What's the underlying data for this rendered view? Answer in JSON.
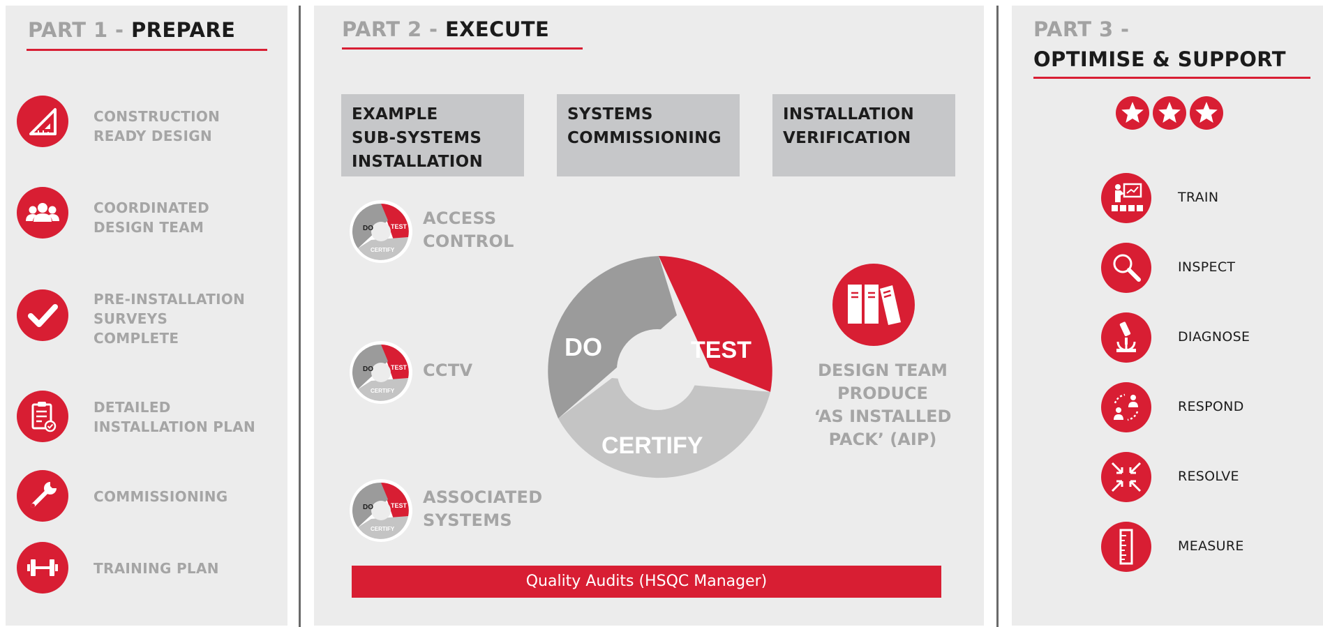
{
  "part1": {
    "title_prefix": "PART 1 - ",
    "title_main": "PREPARE",
    "items": [
      {
        "icon": "set-square-icon",
        "label": "CONSTRUCTION\nREADY DESIGN"
      },
      {
        "icon": "team-icon",
        "label": "COORDINATED\nDESIGN TEAM"
      },
      {
        "icon": "checkmark-icon",
        "label": "PRE-INSTALLATION\nSURVEYS\nCOMPLETE"
      },
      {
        "icon": "clipboard-icon",
        "label": "DETAILED\nINSTALLATION PLAN"
      },
      {
        "icon": "wrench-icon",
        "label": "COMMISSIONING"
      },
      {
        "icon": "dumbbell-icon",
        "label": "TRAINING PLAN"
      }
    ]
  },
  "part2": {
    "title_prefix": "PART 2 - ",
    "title_main": "EXECUTE",
    "headers": [
      "EXAMPLE\nSUB-SYSTEMS\nINSTALLATION",
      "SYSTEMS\nCOMMISSIONING",
      "INSTALLATION\nVERIFICATION"
    ],
    "cycle": {
      "do": "DO",
      "test": "TEST",
      "certify": "CERTIFY"
    },
    "subsystems": [
      {
        "label": "ACCESS\nCONTROL"
      },
      {
        "label": "CCTV"
      },
      {
        "label": "ASSOCIATED\nSYSTEMS"
      }
    ],
    "aip": {
      "icon": "binders-icon",
      "label": "DESIGN TEAM\nPRODUCE\n‘AS INSTALLED\nPACK’ (AIP)"
    },
    "quality_bar": "Quality Audits (HSQC Manager)"
  },
  "part3": {
    "title_line1": "PART 3 -",
    "title_line2": "OPTIMISE & SUPPORT",
    "stars": 3,
    "items": [
      {
        "icon": "presentation-icon",
        "label": "TRAIN"
      },
      {
        "icon": "magnifier-icon",
        "label": "INSPECT"
      },
      {
        "icon": "microscope-icon",
        "label": "DIAGNOSE"
      },
      {
        "icon": "respond-icon",
        "label": "RESPOND"
      },
      {
        "icon": "arrows-in-icon",
        "label": "RESOLVE"
      },
      {
        "icon": "ruler-icon",
        "label": "MEASURE"
      }
    ]
  },
  "colors": {
    "accent": "#d81e33",
    "panel": "#ececec",
    "box": "#c6c7c9",
    "dark_grey": "#9b9b9b",
    "light_grey": "#c4c4c4"
  }
}
